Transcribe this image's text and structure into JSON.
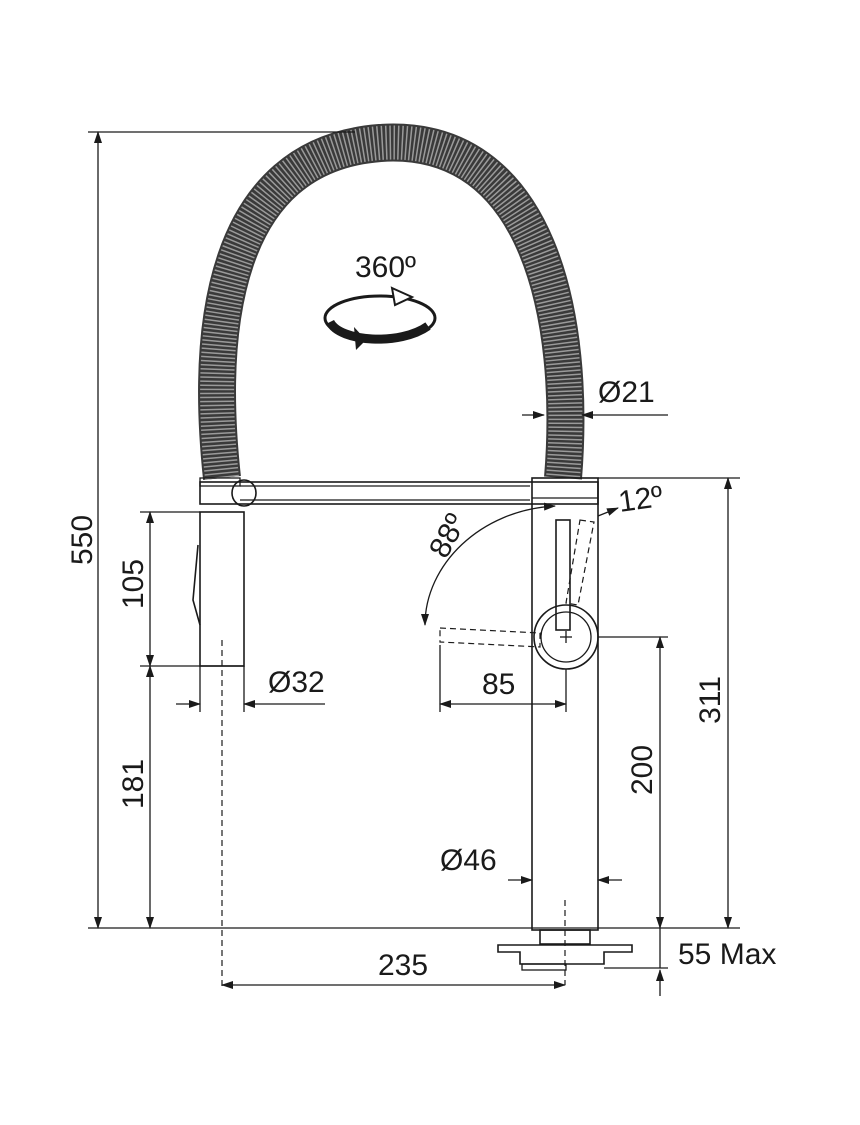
{
  "dimensions": {
    "total_height": "550",
    "sprayer_length": "105",
    "sprayer_holder_height": "181",
    "sprayer_diameter": "Ø32",
    "hose_diameter": "Ø21",
    "body_height": "311",
    "lever_height": "200",
    "body_diameter": "Ø46",
    "lever_reach": "85",
    "spout_reach": "235",
    "mount_thickness": "55 Max",
    "lever_angle": "88º",
    "lever_tilt_angle": "12º",
    "rotation": "360º"
  },
  "colors": {
    "line": "#1a1a1a",
    "hose": "#5a5a5a",
    "background": "#ffffff"
  }
}
